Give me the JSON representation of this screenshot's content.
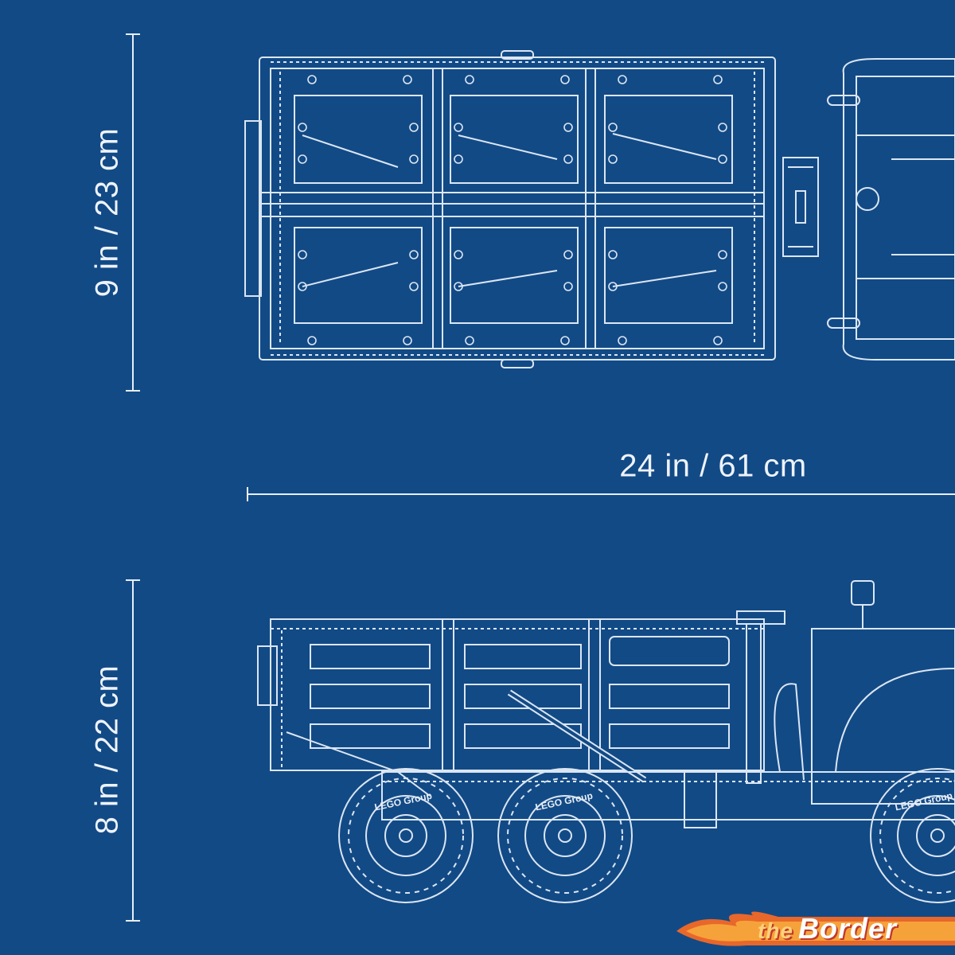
{
  "dimensions": {
    "width_top_view": "9 in / 23 cm",
    "length": "24 in / 61 cm",
    "height_side_view": "8 in / 22 cm"
  },
  "colors": {
    "background": "#124a86",
    "line": "#e8eef6"
  },
  "tire_text": "LEGO Group",
  "watermark": {
    "prefix": "the",
    "name": "Border"
  }
}
